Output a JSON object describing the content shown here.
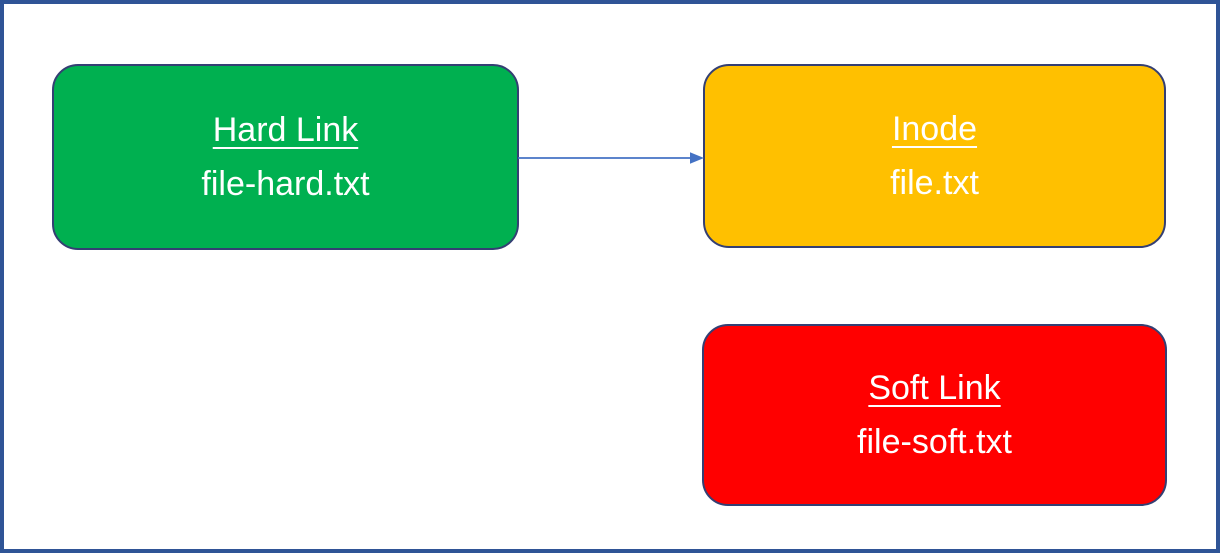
{
  "frame": {
    "border_color": "#2F5496",
    "background": "#FFFFFF"
  },
  "nodes": [
    {
      "id": "hard-link",
      "title": "Hard Link",
      "subtitle": "file-hard.txt",
      "fill": "#00B050",
      "border_color": "#343F73",
      "text_color": "#FFFFFF"
    },
    {
      "id": "inode",
      "title": "Inode",
      "subtitle": "file.txt",
      "fill": "#FFC000",
      "border_color": "#343F73",
      "text_color": "#FFFFFF"
    },
    {
      "id": "soft-link",
      "title": "Soft Link",
      "subtitle": "file-soft.txt",
      "fill": "#FF0000",
      "border_color": "#343F73",
      "text_color": "#FFFFFF"
    }
  ],
  "connector": {
    "from": "hard-link",
    "to": "inode",
    "color": "#4472C4"
  }
}
